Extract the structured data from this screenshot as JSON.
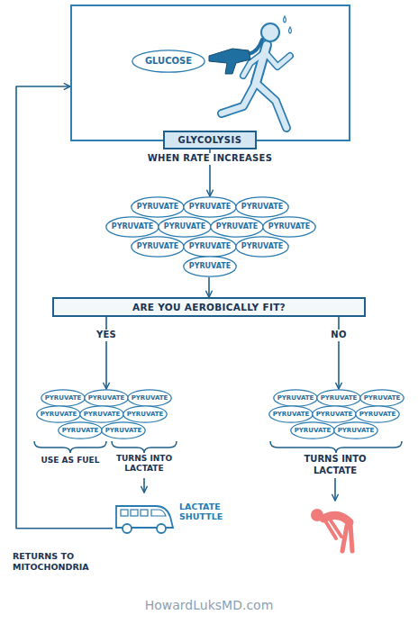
{
  "diagram": {
    "nodes": [
      {
        "text": [
          "GLYCOLYSIS"
        ]
      },
      {
        "text": [
          "GLUCOSE"
        ],
        "in": 0
      },
      {
        "text": [
          "PYRUVATE"
        ]
      },
      {
        "text": [
          "PYRUVATE"
        ]
      },
      {
        "text": [
          "PYRUVATE"
        ]
      },
      {
        "text": [
          "PYRUVATE"
        ]
      },
      {
        "text": [
          "PYRUVATE"
        ]
      },
      {
        "text": [
          "PYRUVATE"
        ]
      },
      {
        "text": [
          "PYRUVATE"
        ]
      },
      {
        "text": [
          "PYRUVATE"
        ]
      },
      {
        "text": [
          "PYRUVATE"
        ]
      },
      {
        "text": [
          "PYRUVATE"
        ]
      },
      {
        "text": [
          "PYRUVATE"
        ]
      },
      {
        "text": [
          "ARE YOU AEROBICALLY FIT?"
        ]
      },
      {
        "text": [
          "PYRUVATE"
        ]
      },
      {
        "text": [
          "PYRUVATE"
        ]
      },
      {
        "text": [
          "PYRUVATE"
        ]
      },
      {
        "text": [
          "PYRUVATE"
        ]
      },
      {
        "text": [
          "PYRUVATE"
        ]
      },
      {
        "text": [
          "PYRUVATE"
        ]
      },
      {
        "text": [
          "PYRUVATE"
        ]
      },
      {
        "text": [
          "PYRUVATE"
        ]
      },
      {
        "text": [
          "PYRUVATE"
        ]
      },
      {
        "text": [
          "PYRUVATE"
        ]
      },
      {
        "text": [
          "PYRUVATE"
        ]
      },
      {
        "text": [
          "PYRUVATE"
        ]
      },
      {
        "text": [
          "PYRUVATE"
        ]
      },
      {
        "text": [
          "PYRUVATE"
        ]
      },
      {
        "text": [
          "PYRUVATE"
        ]
      },
      {
        "text": [
          "PYRUVATE"
        ]
      },
      {
        "text": [
          "LACTATE SHUTTLE"
        ]
      }
    ],
    "edges": [
      {
        "from": 0,
        "to": 3,
        "label": "WHEN RATE INCREASES",
        "arrow": "to"
      },
      {
        "from": 12,
        "to": 13,
        "arrow": "to"
      },
      {
        "from": 13,
        "to": 15,
        "label": "YES",
        "arrow": "to"
      },
      {
        "from": 13,
        "to": 23,
        "label": "NO",
        "arrow": "to"
      },
      {
        "from": 30,
        "to": 0,
        "label": "RETURNS TO MITOCHONDRIA",
        "arrow": "to"
      }
    ],
    "labels": [
      "USE AS FUEL",
      "TURNS INTO LACTATE",
      "TURNS INTO LACTATE",
      "HowardLuksMD.com"
    ]
  }
}
